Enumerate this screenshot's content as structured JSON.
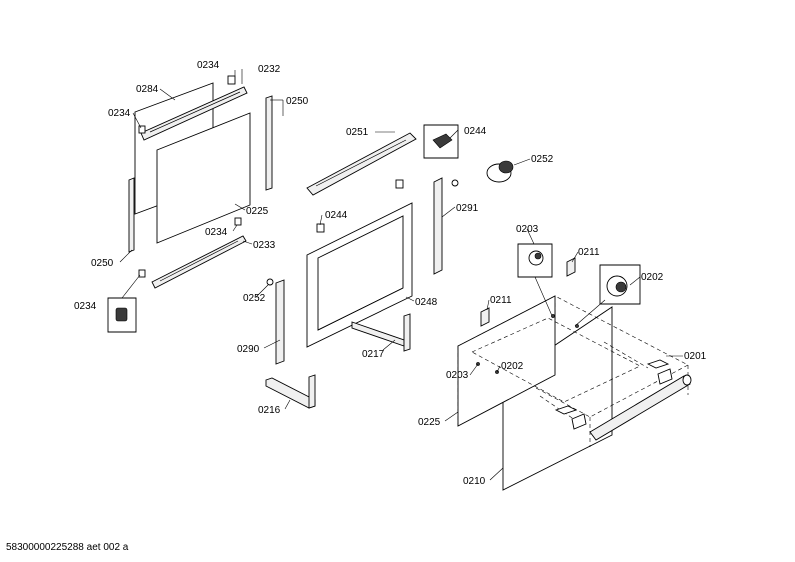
{
  "diagram": {
    "footer_text": "58300000225288 aet 002 a",
    "labels": [
      "0234",
      "0232",
      "0284",
      "0234",
      "0250",
      "0251",
      "0244",
      "0252",
      "0225",
      "0234",
      "0233",
      "0244",
      "0291",
      "0203",
      "0211",
      "0202",
      "0250",
      "0252",
      "0234",
      "0248",
      "0211",
      "0290",
      "0217",
      "0203",
      "0202",
      "0201",
      "0216",
      "0225",
      "0210"
    ]
  }
}
